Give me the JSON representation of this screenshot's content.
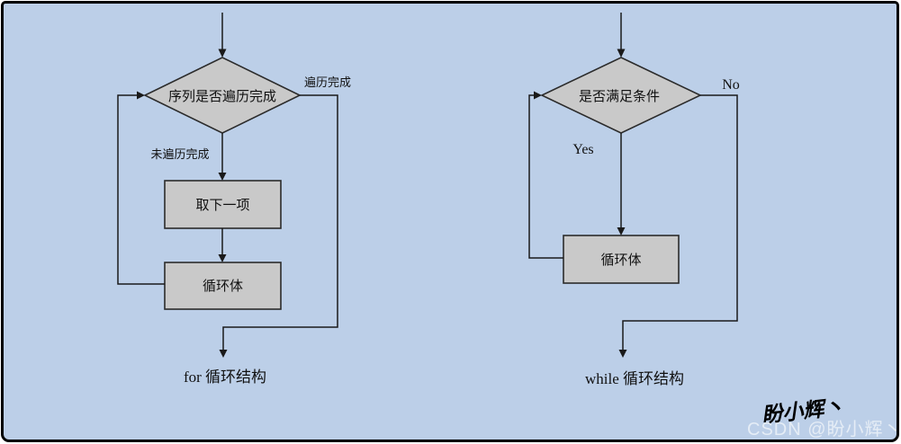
{
  "canvas": {
    "background_color": "#bccfe8",
    "shape_fill": "#c9c9c9",
    "line_color": "#1a1a1a",
    "border_color": "#000000"
  },
  "left_chart": {
    "decision_label": "序列是否遍历完成",
    "branch_done_label": "遍历完成",
    "branch_not_done_label": "未遍历完成",
    "next_item_label": "取下一项",
    "loop_body_label": "循环体",
    "caption": "for 循环结构"
  },
  "right_chart": {
    "decision_label": "是否满足条件",
    "branch_no_label": "No",
    "branch_yes_label": "Yes",
    "loop_body_label": "循环体",
    "caption": "while 循环结构"
  },
  "watermark": {
    "signature": "盼小辉丶",
    "csdn_text": "CSDN @盼小辉丶"
  }
}
